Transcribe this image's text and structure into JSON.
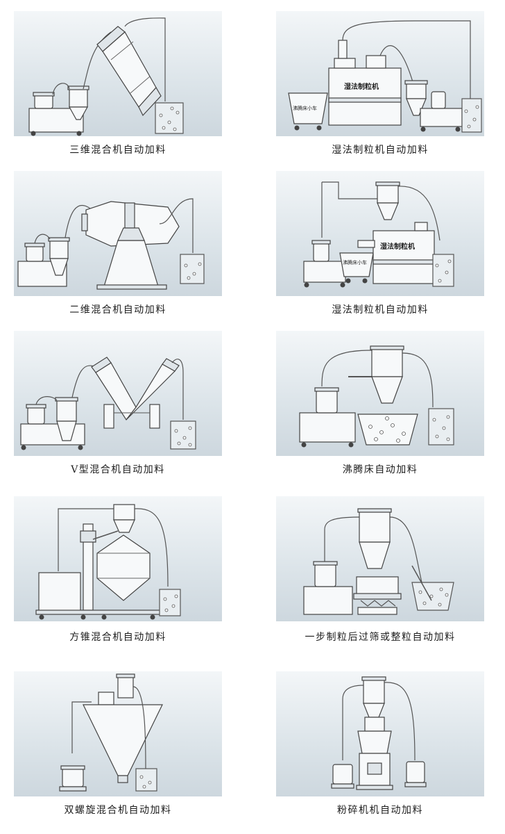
{
  "diagrams": [
    {
      "caption": "三维混合机自动加料"
    },
    {
      "caption": "湿法制粒机自动加料",
      "labels": {
        "machine": "湿法制粒机",
        "cart": "沸腾床小车"
      }
    },
    {
      "caption": "二维混合机自动加料"
    },
    {
      "caption": "湿法制粒机自动加料",
      "labels": {
        "machine": "湿法制粒机",
        "cart": "沸腾床小车"
      }
    },
    {
      "caption": "V型混合机自动加料"
    },
    {
      "caption": "沸腾床自动加料"
    },
    {
      "caption": "方锥混合机自动加料"
    },
    {
      "caption": "一步制粒后过筛或整粒自动加料"
    },
    {
      "caption": "双螺旋混合机自动加料"
    },
    {
      "caption": "粉碎机机自动加料"
    }
  ]
}
